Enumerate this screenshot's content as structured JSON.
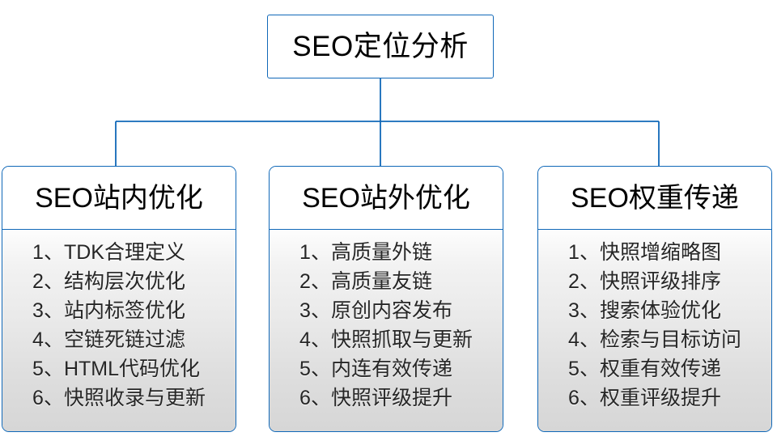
{
  "diagram": {
    "title": "SEO定位分析",
    "accent_color": "#1068b8",
    "text_color": "#262626",
    "branches": [
      {
        "header": "SEO站内优化",
        "items": [
          "1、TDK合理定义",
          "2、结构层次优化",
          "3、站内标签优化",
          "4、空链死链过滤",
          "5、HTML代码优化",
          "6、快照收录与更新"
        ]
      },
      {
        "header": "SEO站外优化",
        "items": [
          "1、高质量外链",
          "2、高质量友链",
          "3、原创内容发布",
          "4、快照抓取与更新",
          "5、内连有效传递",
          "6、快照评级提升"
        ]
      },
      {
        "header": "SEO权重传递",
        "items": [
          "1、快照增缩略图",
          "2、快照评级排序",
          "3、搜索体验优化",
          "4、检索与目标访问",
          "5、权重有效传递",
          "6、权重评级提升"
        ]
      }
    ]
  }
}
